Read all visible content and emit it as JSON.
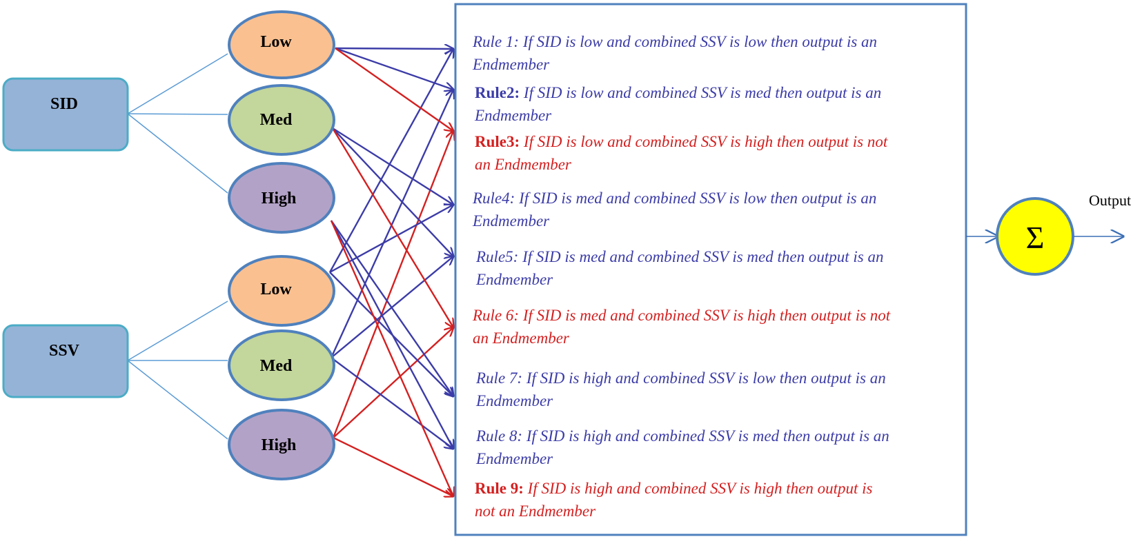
{
  "inputs": {
    "sid": {
      "label": "SID"
    },
    "ssv": {
      "label": "SSV"
    }
  },
  "mf": {
    "sid": {
      "low": "Low",
      "med": "Med",
      "high": "High"
    },
    "ssv": {
      "low": "Low",
      "med": "Med",
      "high": "High"
    }
  },
  "colors": {
    "input_box": "#95b3d7",
    "input_border": "#4bacc6",
    "low": "#fac090",
    "med": "#c3d69b",
    "high": "#b3a2c7",
    "node_border": "#4f81bd",
    "blue_line": "#3c3ca8",
    "red_line": "#d42020",
    "sum_fill": "#ffff00"
  },
  "rules": [
    {
      "prefix": "Rule 1:",
      "prefix_bold": false,
      "line1": " If SID is low and combined SSV is low then output is an",
      "line2": "Endmember",
      "color": "blue"
    },
    {
      "prefix": "Rule2:",
      "prefix_bold": true,
      "line1": " If SID is low and combined SSV is med then output is an",
      "line2": "Endmember",
      "color": "blue"
    },
    {
      "prefix": "Rule3:",
      "prefix_bold": true,
      "line1": " If SID is low and combined SSV is high then output is not",
      "line2": "an Endmember",
      "color": "red"
    },
    {
      "prefix": "Rule4:",
      "prefix_bold": false,
      "line1": " If SID is med and combined SSV is low then output is an",
      "line2": "Endmember",
      "color": "blue"
    },
    {
      "prefix": "Rule5:",
      "prefix_bold": false,
      "line1": " If SID is med and combined SSV is med then output is an",
      "line2": "Endmember",
      "color": "blue"
    },
    {
      "prefix": "Rule 6:",
      "prefix_bold": false,
      "line1": " If SID is med and combined SSV is high then output is not",
      "line2": "an Endmember",
      "color": "red"
    },
    {
      "prefix": "Rule 7:",
      "prefix_bold": false,
      "line1": " If SID is high and combined SSV is low then output is an",
      "line2": "Endmember",
      "color": "blue"
    },
    {
      "prefix": "Rule 8:",
      "prefix_bold": false,
      "line1": " If SID is high and combined SSV is med then output is an",
      "line2": "Endmember",
      "color": "blue"
    },
    {
      "prefix": "Rule 9:",
      "prefix_bold": true,
      "line1": " If SID is high and combined SSV is high then output is",
      "line2": "not an Endmember",
      "color": "red"
    }
  ],
  "sum": {
    "symbol": "Σ"
  },
  "output": {
    "label": "Output"
  }
}
